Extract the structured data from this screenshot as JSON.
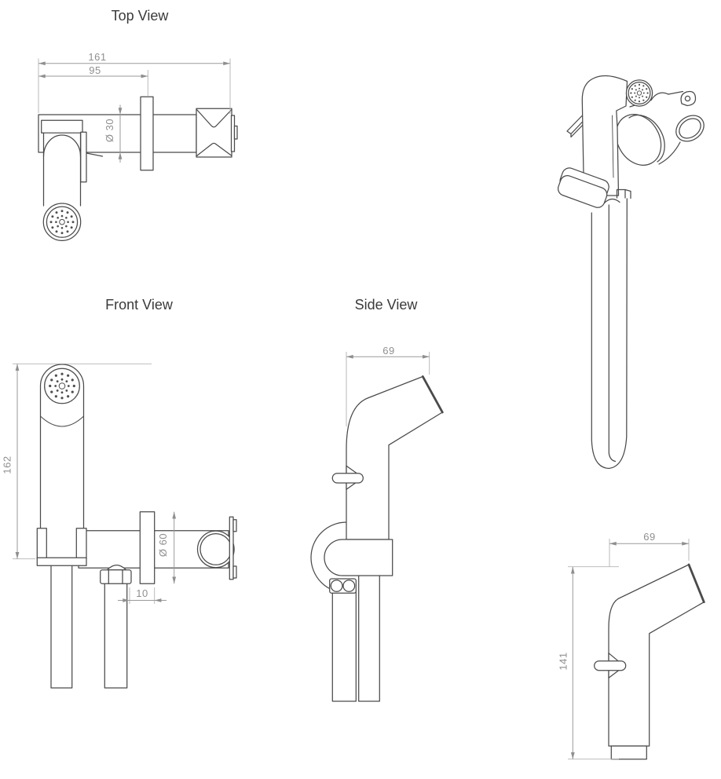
{
  "drawing": {
    "title_area": {},
    "colors": {
      "background": "#ffffff",
      "part_line": "#4a4a4a",
      "dimension_line": "#9a9a9a",
      "dimension_text": "#8f8f8f",
      "label_text": "#3a3a3a"
    },
    "views": {
      "top": {
        "label": "Top View",
        "dim_total_length": "161",
        "dim_length_to_flange": "95",
        "dim_pipe_diameter": "Ø 30"
      },
      "front": {
        "label": "Front View",
        "dim_total_height": "162",
        "dim_flange_diameter": "Ø 60",
        "dim_gap": "10"
      },
      "side": {
        "label": "Side View",
        "dim_head_depth": "69"
      },
      "handset": {
        "dim_head_depth": "69",
        "dim_height": "141"
      },
      "perspective": {}
    }
  }
}
